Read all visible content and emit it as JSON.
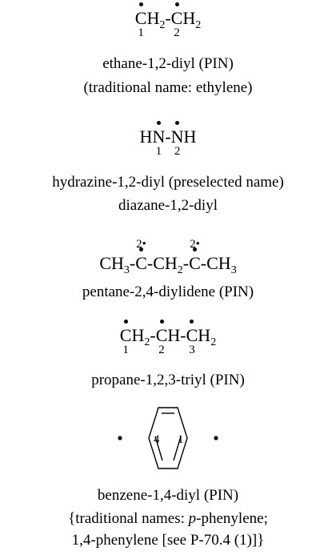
{
  "entries": {
    "ethane": {
      "caption_line1": "ethane-1,2-diyl (PIN)",
      "caption_line2": "(traditional name: ethylene)",
      "atoms": {
        "a1": "C",
        "a1_h": "H",
        "a1_sub": "2",
        "sep": "-",
        "a2": "C",
        "a2_h": "H",
        "a2_sub": "2",
        "n1": "1",
        "n2": "2"
      }
    },
    "hydrazine": {
      "caption_line1": "hydrazine-1,2-diyl (preselected name)",
      "caption_line2": "diazane-1,2-diyl",
      "atoms": {
        "h1": "H",
        "a1": "N",
        "sep": "-",
        "a2": "N",
        "h2": "H",
        "n1": "1",
        "n2": "2"
      }
    },
    "pentane": {
      "caption_line1": "pentane-2,4-diylidene (PIN)",
      "atoms": {
        "t1": "CH",
        "t1_sub": "3",
        "sep1": "-",
        "c2": "C",
        "sep2": "-",
        "m": "CH",
        "m_sub": "2",
        "sep3": "-",
        "c4": "C",
        "sep4": "-",
        "t5": "CH",
        "t5_sub": "3",
        "mark2": "2•",
        "mark4": "2•"
      }
    },
    "propane": {
      "caption_line1": "propane-1,2,3-triyl (PIN)",
      "atoms": {
        "a1": "C",
        "a1_h": "H",
        "a1_sub": "2",
        "sep1": "-",
        "a2": "C",
        "a2_h": "H",
        "sep2": "-",
        "a3": "C",
        "a3_h": "H",
        "a3_sub": "2",
        "n1": "1",
        "n2": "2",
        "n3": "3"
      }
    },
    "benzene": {
      "caption_line1": "benzene-1,4-diyl (PIN)",
      "caption_line2_pre": "{traditional names: ",
      "caption_line2_italic": "p",
      "caption_line2_post": "-phenylene;",
      "caption_line3": "1,4-phenylene [see P-70.4 (1)]}",
      "ring_label_4": "4",
      "ring_label_1": "1"
    }
  }
}
